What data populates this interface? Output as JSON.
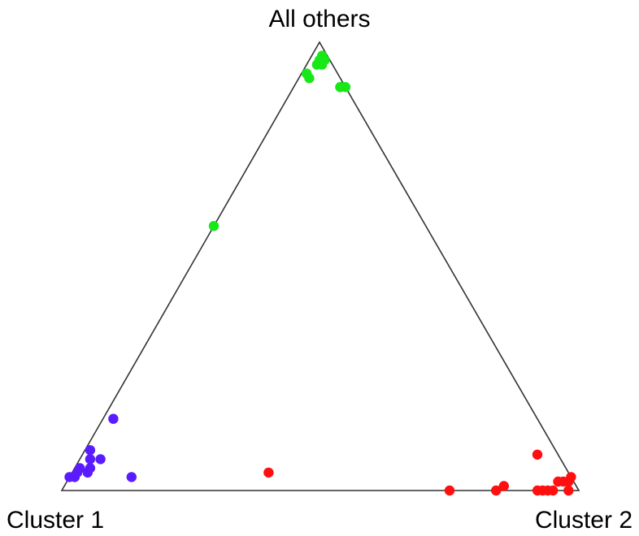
{
  "chart_data": {
    "type": "scatter",
    "subtype": "ternary",
    "vertices": {
      "top": "All others",
      "bottom_left": "Cluster 1",
      "bottom_right": "Cluster 2"
    },
    "axis_order": [
      "Cluster 1",
      "Cluster 2",
      "All others"
    ],
    "grid": false,
    "legend": "none",
    "colors": {
      "outline": "#333333",
      "cluster1": "#5a1cff",
      "cluster2": "#ff0f0f",
      "all_others": "#17e817"
    },
    "series": [
      {
        "color_key": "all_others",
        "points": [
          [
            0.01,
            0.03,
            0.96
          ],
          [
            0.01,
            0.02,
            0.97
          ],
          [
            0.02,
            0.02,
            0.96
          ],
          [
            0.03,
            0.02,
            0.95
          ],
          [
            0.02,
            0.03,
            0.95
          ],
          [
            0.06,
            0.02,
            0.92
          ],
          [
            0.06,
            0.01,
            0.93
          ],
          [
            0.01,
            0.09,
            0.9
          ],
          [
            0.0,
            0.1,
            0.9
          ],
          [
            0.01,
            0.09,
            0.9
          ],
          [
            0.41,
            0.0,
            0.59
          ]
        ]
      },
      {
        "color_key": "cluster2",
        "points": [
          [
            0.04,
            0.88,
            0.08
          ],
          [
            0.0,
            0.97,
            0.03
          ],
          [
            0.01,
            0.97,
            0.02
          ],
          [
            0.02,
            0.96,
            0.02
          ],
          [
            0.03,
            0.95,
            0.02
          ],
          [
            0.06,
            0.94,
            0.0
          ],
          [
            0.07,
            0.93,
            0.0
          ],
          [
            0.08,
            0.92,
            0.0
          ],
          [
            0.05,
            0.95,
            0.0
          ],
          [
            0.02,
            0.98,
            0.0
          ],
          [
            0.14,
            0.85,
            0.01
          ],
          [
            0.16,
            0.84,
            0.0
          ],
          [
            0.25,
            0.75,
            0.0
          ],
          [
            0.58,
            0.38,
            0.04
          ]
        ]
      },
      {
        "color_key": "cluster1",
        "points": [
          [
            0.94,
            0.01,
            0.05
          ],
          [
            0.97,
            0.0,
            0.03
          ],
          [
            0.96,
            0.01,
            0.03
          ],
          [
            0.95,
            0.01,
            0.04
          ],
          [
            0.93,
            0.03,
            0.04
          ],
          [
            0.92,
            0.03,
            0.05
          ],
          [
            0.91,
            0.02,
            0.07
          ],
          [
            0.89,
            0.04,
            0.07
          ],
          [
            0.85,
            0.12,
            0.03
          ],
          [
            0.9,
            0.01,
            0.09
          ],
          [
            0.82,
            0.02,
            0.16
          ]
        ]
      }
    ]
  }
}
